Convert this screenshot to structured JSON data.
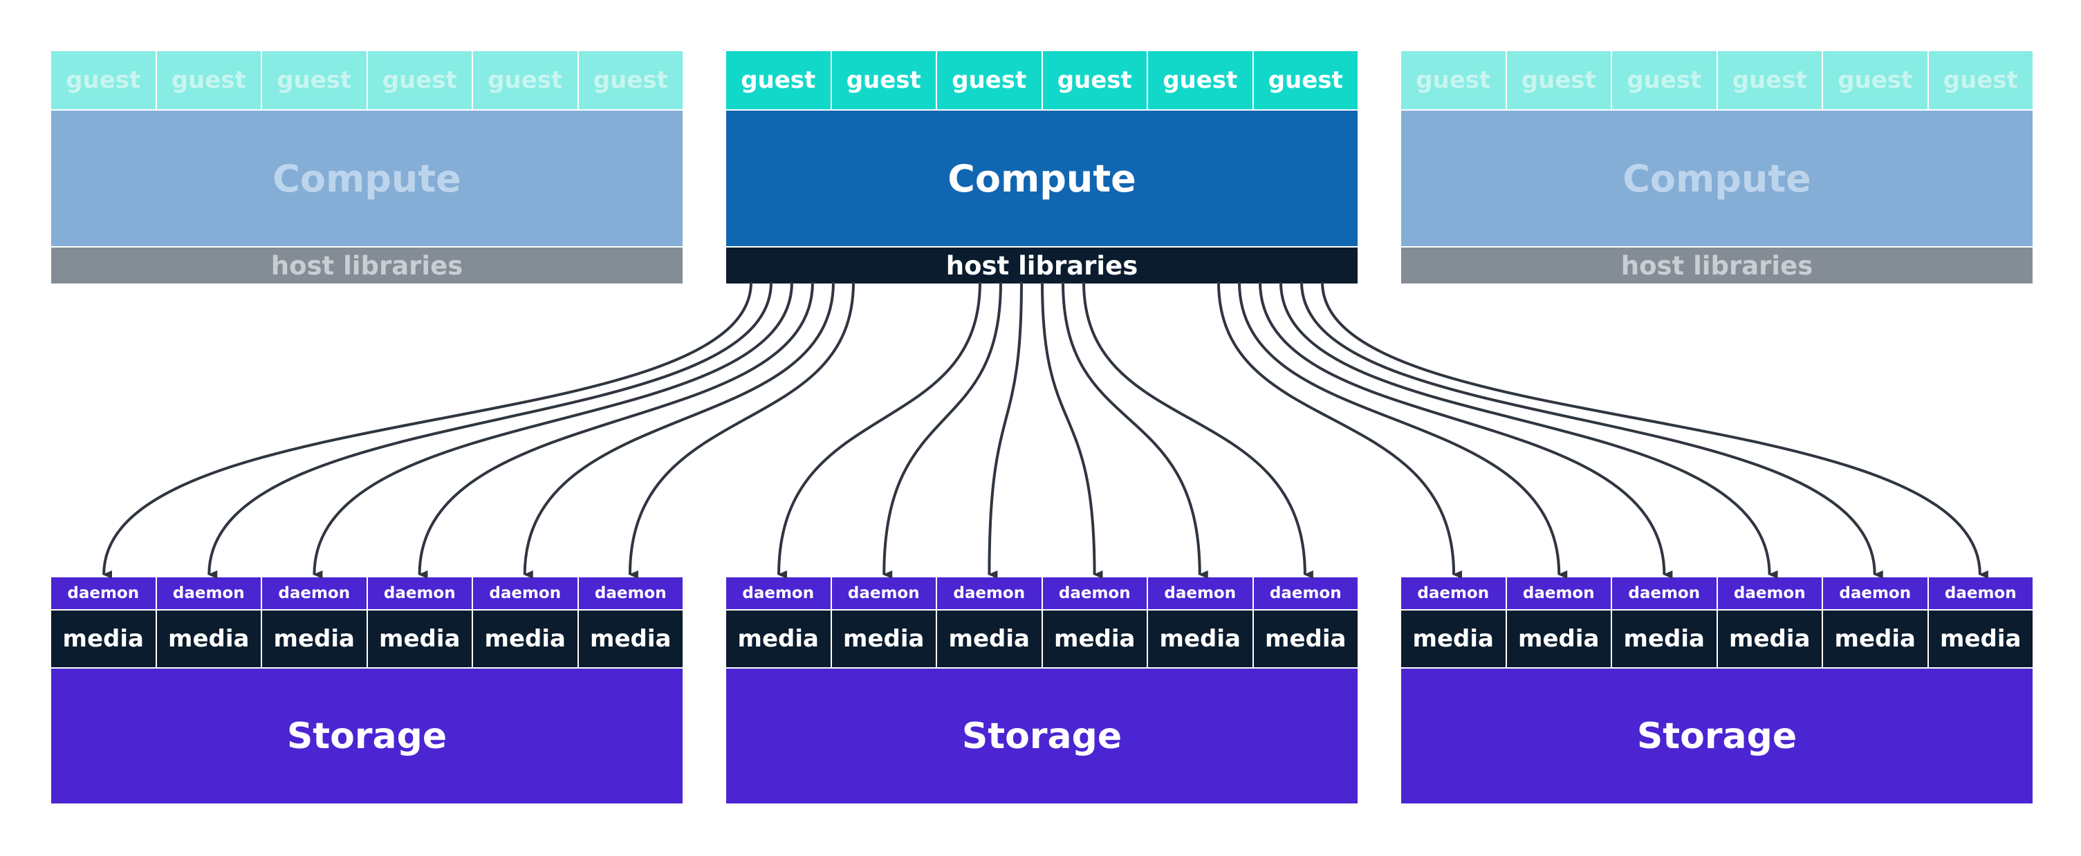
{
  "compute_nodes": [
    {
      "guests": [
        "guest",
        "guest",
        "guest",
        "guest",
        "guest",
        "guest"
      ],
      "label": "Compute",
      "libraries": "host libraries",
      "state": "faded"
    },
    {
      "guests": [
        "guest",
        "guest",
        "guest",
        "guest",
        "guest",
        "guest"
      ],
      "label": "Compute",
      "libraries": "host libraries",
      "state": "active"
    },
    {
      "guests": [
        "guest",
        "guest",
        "guest",
        "guest",
        "guest",
        "guest"
      ],
      "label": "Compute",
      "libraries": "host libraries",
      "state": "faded"
    }
  ],
  "storage_nodes": [
    {
      "daemons": [
        "daemon",
        "daemon",
        "daemon",
        "daemon",
        "daemon",
        "daemon"
      ],
      "media": [
        "media",
        "media",
        "media",
        "media",
        "media",
        "media"
      ],
      "label": "Storage"
    },
    {
      "daemons": [
        "daemon",
        "daemon",
        "daemon",
        "daemon",
        "daemon",
        "daemon"
      ],
      "media": [
        "media",
        "media",
        "media",
        "media",
        "media",
        "media"
      ],
      "label": "Storage"
    },
    {
      "daemons": [
        "daemon",
        "daemon",
        "daemon",
        "daemon",
        "daemon",
        "daemon"
      ],
      "media": [
        "media",
        "media",
        "media",
        "media",
        "media",
        "media"
      ],
      "label": "Storage"
    }
  ],
  "connections": {
    "from_compute": 2,
    "to_storage": [
      1,
      2,
      3
    ],
    "daemons_per_storage": 6
  },
  "colors": {
    "guest_active": "#12d8ca",
    "guest_faded": "#87ece3",
    "compute_active": "#1166b1",
    "compute_faded": "#85aed6",
    "libraries_active": "#0b1c2e",
    "libraries_faded": "#848d96",
    "daemon": "#4b25d2",
    "media": "#0b1c2e",
    "storage": "#4b25d2",
    "arrow": "#2f3640"
  }
}
